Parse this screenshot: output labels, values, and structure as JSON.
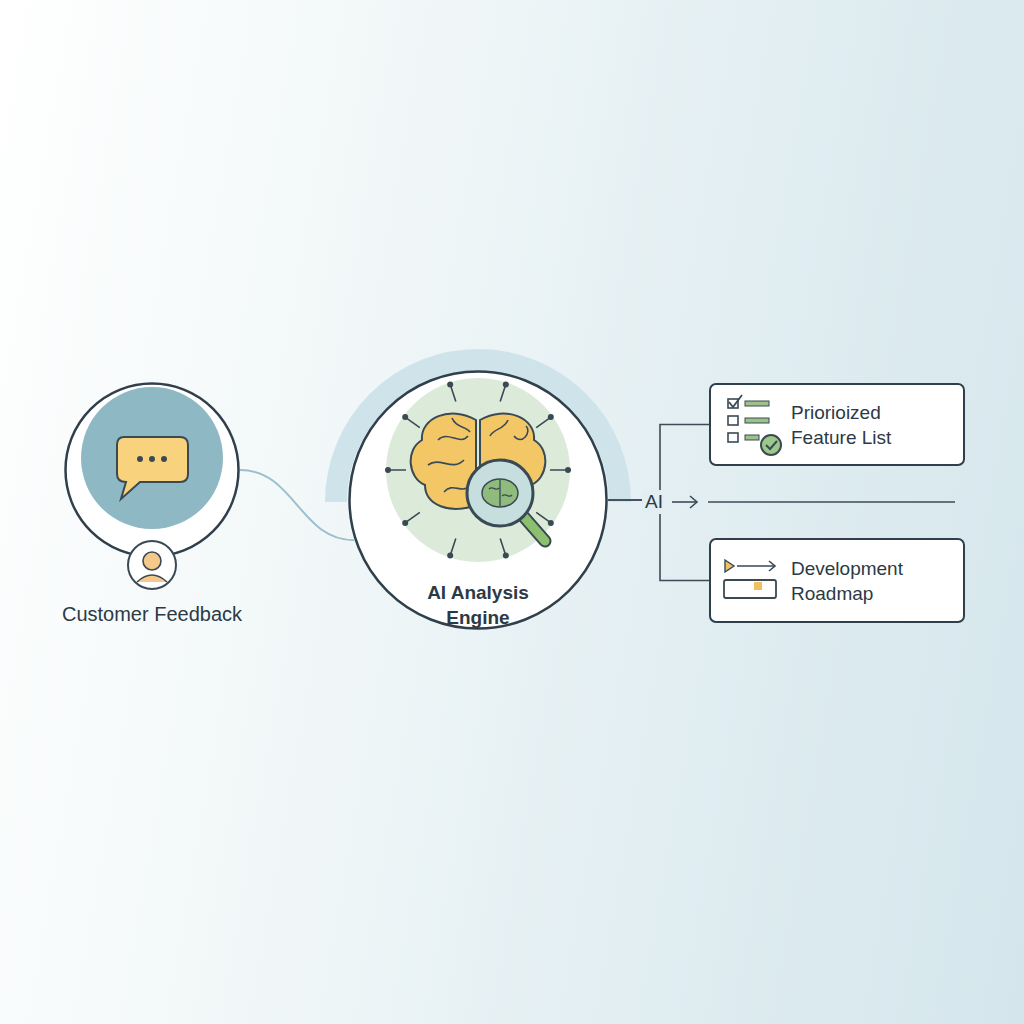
{
  "diagram": {
    "nodes": [
      {
        "text": [
          "Customer Feedback"
        ]
      },
      {
        "text": [
          "AI Analysis Engine"
        ]
      },
      {
        "text": [
          "Priorioized Feature List"
        ]
      },
      {
        "text": [
          "Development Roadmap"
        ]
      }
    ],
    "edges": [
      {
        "from": 0,
        "to": 1,
        "arrow": "none"
      },
      {
        "from": 1,
        "to": 2,
        "arrow": "none"
      },
      {
        "from": 1,
        "to": 3,
        "arrow": "none"
      }
    ],
    "labels": [
      "AI"
    ]
  }
}
